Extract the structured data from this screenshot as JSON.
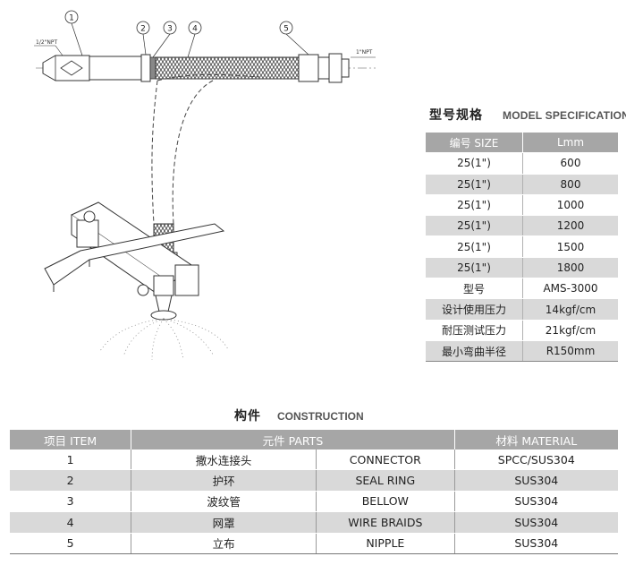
{
  "drawing": {
    "callouts": [
      "1",
      "2",
      "3",
      "4",
      "5"
    ],
    "left_thread_label": "1/2\"NPT",
    "right_thread_label": "1\"NPT"
  },
  "spec": {
    "heading_cn": "型号规格",
    "heading_en": "MODEL SPECIFICATION",
    "headers": [
      "编号 SIZE",
      "Lmm"
    ],
    "rows": [
      [
        "25(1\")",
        "600"
      ],
      [
        "25(1\")",
        "800"
      ],
      [
        "25(1\")",
        "1000"
      ],
      [
        "25(1\")",
        "1200"
      ],
      [
        "25(1\")",
        "1500"
      ],
      [
        "25(1\")",
        "1800"
      ],
      [
        "型号",
        "AMS-3000"
      ],
      [
        "设计使用压力",
        "14kgf/cm"
      ],
      [
        "耐压测试压力",
        "21kgf/cm"
      ],
      [
        "最小弯曲半径",
        "R150mm"
      ]
    ]
  },
  "construction": {
    "heading_cn": "构件",
    "heading_en": "CONSTRUCTION",
    "headers": [
      "项目 ITEM",
      "元件 PARTS",
      "材料 MATERIAL"
    ],
    "rows": [
      [
        "1",
        "撒水连接头",
        "CONNECTOR",
        "SPCC/SUS304"
      ],
      [
        "2",
        "护环",
        "SEAL RING",
        "SUS304"
      ],
      [
        "3",
        "波纹管",
        "BELLOW",
        "SUS304"
      ],
      [
        "4",
        "网罩",
        "WIRE BRAIDS",
        "SUS304"
      ],
      [
        "5",
        "立布",
        "NIPPLE",
        "SUS304"
      ]
    ]
  }
}
